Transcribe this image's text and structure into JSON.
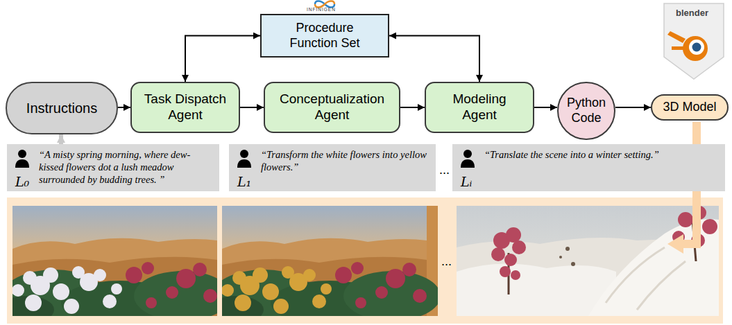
{
  "diagram": {
    "nodes": [
      {
        "text": [
          "Procedure Function Set"
        ]
      },
      {
        "text": [
          "Instructions"
        ]
      },
      {
        "text": [
          "Task Dispatch Agent"
        ]
      },
      {
        "text": [
          "Conceptualization Agent"
        ]
      },
      {
        "text": [
          "Modeling Agent"
        ]
      },
      {
        "text": [
          "Python Code"
        ]
      },
      {
        "text": [
          "3D Model"
        ]
      },
      {
        "text": [
          "“A misty spring morning, where dew-kissed flowers dot a lush meadow surrounded by budding trees. ”",
          "L₀"
        ]
      },
      {
        "text": [
          "“Transform the white flowers into yellow flowers.”",
          "L₁"
        ]
      },
      {
        "text": [
          "“Translate the scene into a winter setting.”",
          "Lᵢ"
        ]
      }
    ],
    "edges": [
      {
        "from": 1,
        "to": 2,
        "arrow": "to"
      },
      {
        "from": 2,
        "to": 0,
        "arrow": "both"
      },
      {
        "from": 2,
        "to": 3,
        "arrow": "to"
      },
      {
        "from": 3,
        "to": 4,
        "arrow": "to"
      },
      {
        "from": 4,
        "to": 0,
        "arrow": "both"
      },
      {
        "from": 4,
        "to": 5,
        "arrow": "to"
      },
      {
        "from": 5,
        "to": 6,
        "arrow": "to"
      },
      {
        "from": 7,
        "to": 1,
        "arrow": "to"
      }
    ],
    "labels": [
      "INFINIGEN",
      "blender",
      "...",
      "..."
    ]
  }
}
